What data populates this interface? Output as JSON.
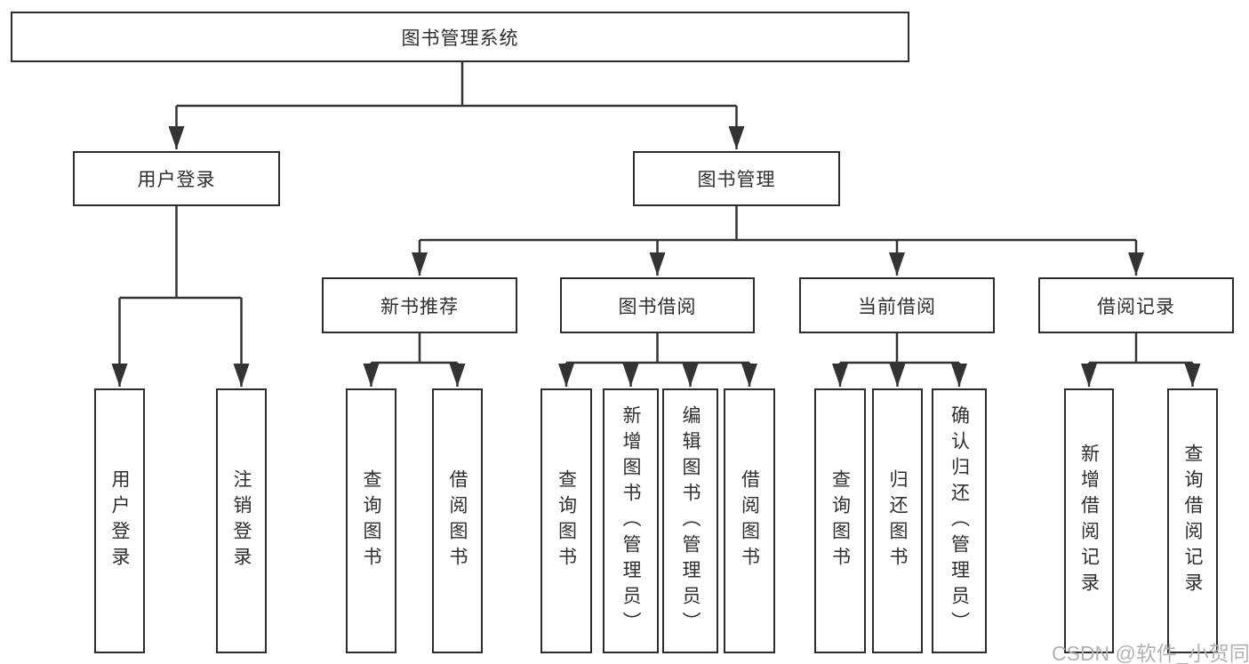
{
  "diagram": {
    "root": {
      "label": "图书管理系统"
    },
    "branches": [
      {
        "label": "用户登录",
        "children": [
          {
            "label": "用户登录"
          },
          {
            "label": "注销登录"
          }
        ]
      },
      {
        "label": "图书管理",
        "sections": [
          {
            "label": "新书推荐",
            "children": [
              {
                "label": "查询图书"
              },
              {
                "label": "借阅图书"
              }
            ]
          },
          {
            "label": "图书借阅",
            "children": [
              {
                "label": "查询图书"
              },
              {
                "label": "新增图书（管理员）"
              },
              {
                "label": "编辑图书（管理员）"
              },
              {
                "label": "借阅图书"
              }
            ]
          },
          {
            "label": "当前借阅",
            "children": [
              {
                "label": "查询图书"
              },
              {
                "label": "归还图书"
              },
              {
                "label": "确认归还（管理员）"
              }
            ]
          },
          {
            "label": "借阅记录",
            "children": [
              {
                "label": "新增借阅记录"
              },
              {
                "label": "查询借阅记录"
              }
            ]
          }
        ]
      }
    ],
    "watermark": "CSDN @软件_小贺同学",
    "colors": {
      "line": "#333333",
      "box_border": "#2d2d2d",
      "box_fill": "#ffffff",
      "text": "#2f2f2f",
      "watermark": "#b2b2b2",
      "background": "#ffffff"
    }
  }
}
